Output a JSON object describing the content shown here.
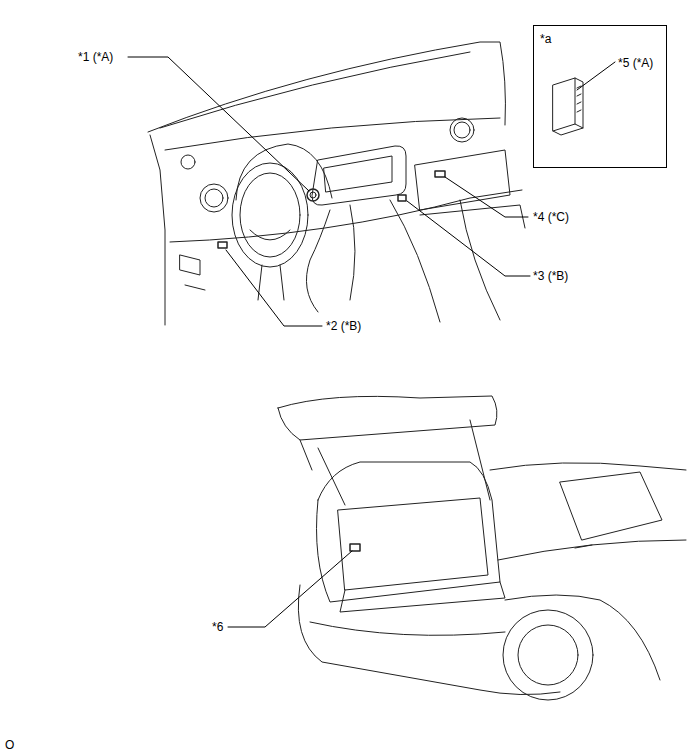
{
  "diagram": {
    "nodes": [
      {
        "text": [
          "*a",
          "*5 (*A)"
        ]
      }
    ],
    "labels": [
      "*1 (*A)",
      "*2 (*B)",
      "*3 (*B)",
      "*4 (*C)",
      "*6",
      "O"
    ]
  }
}
